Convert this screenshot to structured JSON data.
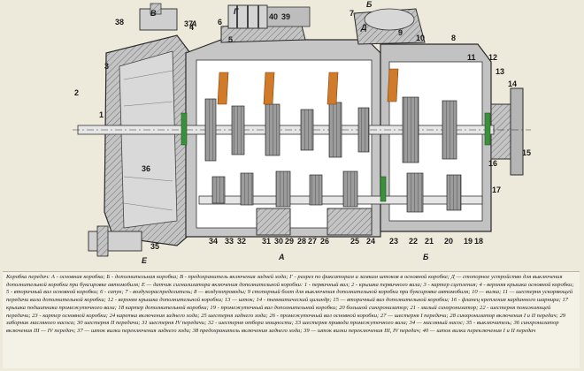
{
  "figure": {
    "palette": {
      "background": "#eeeadb",
      "housing": "#bfbfbf",
      "housing_dark": "#9a9a9a",
      "interior": "#ffffff",
      "gear": "#8c8c8c",
      "hatch": "#6e6e6e",
      "seal": "#3c8f3c",
      "highlight": "#d07a2a",
      "outline": "#2a2a2a"
    },
    "callout_numbers": [
      "1",
      "2",
      "3",
      "4",
      "5",
      "6",
      "7",
      "8",
      "9",
      "10",
      "11",
      "12",
      "13",
      "14",
      "15",
      "16",
      "17",
      "18",
      "19",
      "20",
      "21",
      "22",
      "23",
      "24",
      "25",
      "26",
      "27",
      "28",
      "29",
      "30",
      "31",
      "32",
      "33",
      "34",
      "35",
      "36",
      "37",
      "38",
      "39",
      "40"
    ],
    "section_letters": [
      "А",
      "А",
      "Б",
      "Б",
      "В",
      "Г",
      "Д",
      "Е"
    ],
    "caption": "Коробка передач: А - основная коробка; Б - дополнительная коробка; В - предохранитель включения задней хода; Г - разрез по фиксаторам и замкам штоков в основной коробке; Д — стопорное устройство для выключения дополнительной коробки при буксировке автомобиля; Е — датчик сигнализатора включения дополнительной коробки: 1 - первичный вал; 2 - крышка первичного вала; 3 - картер сцепления; 4 - верхняя крышка основной коробки; 5 - вторичный вал основной коробки; 6 - сапун; 7 - воздухораспределитель; 8 — воздухопроводы; 9 стопорный болт для выключения дополнительной коробки при буксировке автомобиля; 10 — вилка; 11 — шестерня ускоряющей передачи вала дополнительной коробки; 12 - верхняя крышка дополнительной коробки; 13 — шток; 14 - пневматический цилиндр; 15 — вторичный вал дополнительной коробки; 16 - фланец крепления карданного шарнира; 17 крышка подшипника промежуточного вала; 18 картер дополнительной коробки; 19 - промежуточный вал дополнительной коробки; 20 большой синхронизатор; 21 - малый синхронизатор; 22 - шестерня понижающей передачи; 23 - картер основной коробки; 24 каретка включения заднего хода; 25 шестерня заднего хода; 26 - промежуточный вал основной коробки; 27 — шестерня I передачи; 28 синхронизатор включения I и II передач; 29 заборник масляного насоса; 30 шестерня II передачи; 31 шестерня IV передачи; 32 - шестерня отбора мощности; 33 шестерня привода промежуточного вала; 34 — масляный насос; 35 - выключатель; 36 синхронизатор включения III — IV передач; 37 — шток вилки переключения заднего хода; 38 предохранитель включения заднего хода; 39 — шток вилки переключения III, IV передач; 40 — шток вилки переключения I и II передач"
  }
}
